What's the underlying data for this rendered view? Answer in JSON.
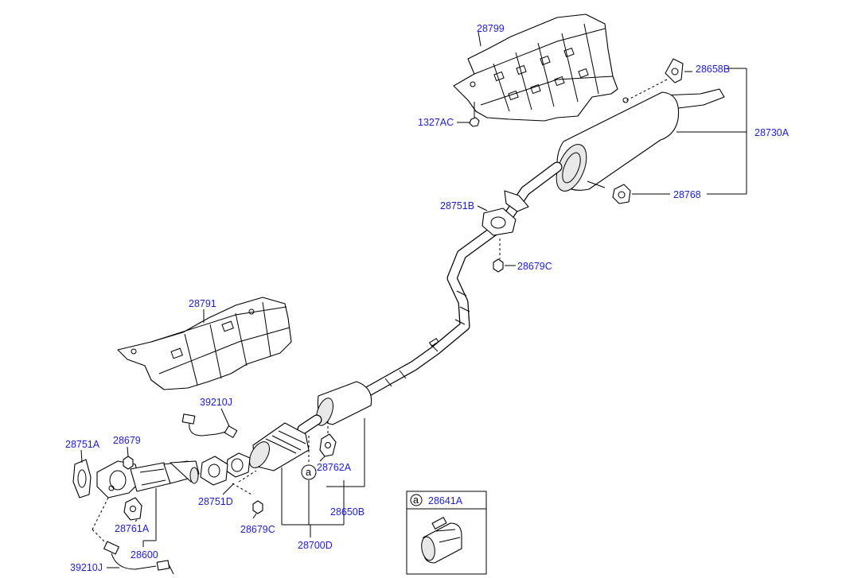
{
  "parts": {
    "heat_protector_rear": "28799",
    "nut_top": "1327AC",
    "hanger_top": "28658B",
    "muffler_rear": "28730A",
    "gasket_rear": "28751B",
    "hanger_rear": "28768",
    "nut_mid": "28679C",
    "heat_protector_front": "28791",
    "sensor_upper": "39210J",
    "gasket_left": "28751A",
    "nut_left": "28679",
    "hanger_mid": "28762A",
    "hanger_left": "28761A",
    "gasket_front": "28751D",
    "center_muffler": "28650B",
    "nut_lower": "28679C",
    "front_pipe": "28600",
    "muffler_assy": "28700D",
    "sensor_lower": "39210J",
    "clamp_circle": "a",
    "clamp": "28641A"
  },
  "callouts": {
    "circle_a_main": "a",
    "circle_a_inset": "a"
  }
}
